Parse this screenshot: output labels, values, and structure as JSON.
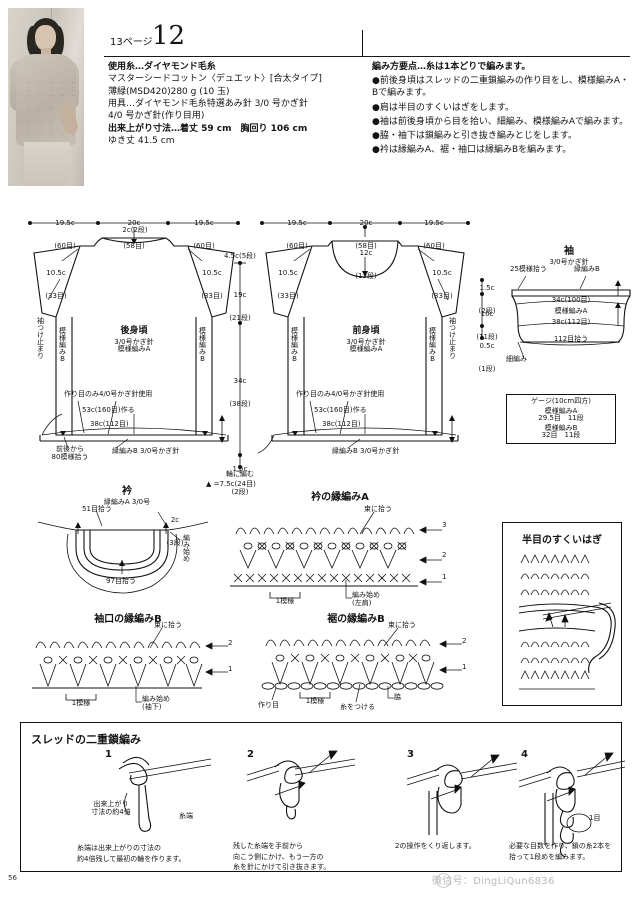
{
  "header": {
    "page_ref": "13ページ",
    "design_no": "12",
    "materials": [
      "使用糸…ダイヤモンド毛糸",
      "マスターシードコットン〈デュエット〉[合太タイプ]",
      "薄緑(MSD420)280 g (10 玉)",
      "用具…ダイヤモンド毛糸特選あみ針 3/0 号かぎ針",
      "4/0 号かぎ針(作り目用)",
      "出来上がり寸法…着丈 59 cm　胸回り 106 cm",
      "ゆき丈 41.5 cm"
    ],
    "method_title": "編み方要点…糸は1本どりで編みます。",
    "method_points": [
      "●前後身頃はスレッドの二重鎖編みの作り目をし、模様編みA・Bで編みます。",
      "●肩は半目のすくいはぎをします。",
      "●袖は前後身頃から目を拾い、細編み、模様編みAで編みます。",
      "●脇・袖下は鎖編みと引き抜き編みとじをします。",
      "●衿は縁編みA、裾・袖口は縁編みBを編みます。"
    ]
  },
  "back_body": {
    "title": "後身頃",
    "needle": "3/0号かぎ針",
    "stitch": "模様編みA",
    "top_widths": [
      {
        "cm": "19.5c",
        "sts": "(60目)"
      },
      {
        "cm": "20c",
        "sts": "(58目)"
      },
      {
        "cm": "19.5c",
        "sts": "(60目)"
      }
    ],
    "neck_depth": "2c(2段)",
    "shoulder_left": {
      "cm": "10.5c",
      "sts": "(33目)"
    },
    "shoulder_right": {
      "cm": "10.5c",
      "sts": "(33目)"
    },
    "side_label_left": "模様編みB",
    "side_label_right": "模様編みB",
    "armhole_stop": "袖つけ止まり",
    "cast_on_note": "作り目のみ4/0号かぎ針使用",
    "cast_on": "53c(160目)作る",
    "hem_width": "38c(112目)",
    "hem_edging": "縁編みB 3/0号かぎ針",
    "pickup_note": "前後から\n80模様拾う"
  },
  "front_body": {
    "title": "前身頃",
    "needle": "3/0号かぎ針",
    "stitch": "模様編みA",
    "top_widths": [
      {
        "cm": "19.5c",
        "sts": "(60目)"
      },
      {
        "cm": "20c",
        "sts": "(58目)"
      },
      {
        "cm": "19.5c",
        "sts": "(60目)"
      }
    ],
    "neck_depth": {
      "cm": "12c",
      "sts": "(13段)"
    },
    "shoulder_left": {
      "cm": "10.5c",
      "sts": "(33目)"
    },
    "shoulder_right": {
      "cm": "10.5c",
      "sts": "(33目)"
    },
    "side_label_left": "模様編みB",
    "side_label_right": "模様編みB",
    "armhole_stop": "袖つけ止まり",
    "cast_on_note": "作り目のみ4/0号かぎ針使用",
    "cast_on": "53c(160目)作る",
    "hem_width": "38c(112目)",
    "hem_edging": "縁編みB 3/0号かぎ針"
  },
  "center_dims": {
    "shoulder_slope": "4.5c(5段)",
    "yoke": {
      "cm": "19c",
      "rows": "(21段)"
    },
    "body": {
      "cm": "34c",
      "rows": "(38段)"
    },
    "hem": {
      "cm": "1.5c",
      "rows": "(2段)"
    },
    "round_note": "輪に編む",
    "triangle_note": "▲ =7.5c(24目)"
  },
  "sleeve": {
    "title": "袖",
    "needle": "3/0号かぎ針",
    "pickup_pattern": "25模様拾う",
    "edging": "縁編みB",
    "width_top": "34c(100目)",
    "stitch_a": "模様編みA",
    "width_bottom": "38c(112目)",
    "pickup_sts": "112目拾う",
    "single_crochet": "細編み",
    "dims": [
      {
        "cm": "1.5c",
        "rows": "(2段)"
      },
      {
        "cm": "10c",
        "rows": "(11段)"
      },
      {
        "cm": "0.5c",
        "rows": "(1段)"
      }
    ]
  },
  "gauge": {
    "title": "ゲージ(10cm四方)",
    "rows": [
      {
        "pattern": "模様編みA",
        "value": "29.5目　11段"
      },
      {
        "pattern": "模様編みB",
        "value": "32目　11段"
      }
    ]
  },
  "collar": {
    "title": "衿",
    "needle": "縁編みA 3/0号",
    "pickup_top": "51目拾う",
    "pickup_bottom": "97目拾う",
    "depth": {
      "cm": "2c",
      "rows": "(3段)"
    },
    "start": "編み始め"
  },
  "collar_edging_a": {
    "title": "衿の縁編みA",
    "pickup_note": "束に拾う",
    "repeat": "1模様",
    "start": "編み始め\n(左肩)",
    "rows": [
      "1",
      "2",
      "3"
    ]
  },
  "cuff_edging_b": {
    "title": "袖口の縁編みB",
    "pickup_note": "束に拾う",
    "repeat": "1模様",
    "start": "編み始め\n(袖下)",
    "rows": [
      "1",
      "2"
    ]
  },
  "hem_edging_b": {
    "title": "裾の縁編みB",
    "pickup_note": "束に拾う",
    "repeat": "1模様",
    "cast_on": "作り目",
    "attach_yarn": "糸をつける",
    "side": "脇",
    "rows": [
      "1",
      "2"
    ]
  },
  "seam_box": {
    "title": "半目のすくいはぎ"
  },
  "bottom_box": {
    "title": "スレッドの二重鎖編み",
    "steps": [
      {
        "no": "1",
        "labels": [
          "出来上がり\n寸法の約4倍",
          "糸端"
        ],
        "caption": "糸端は出来上がりの寸法の\n約4倍残して最初の輪を作ります。"
      },
      {
        "no": "2",
        "labels": [],
        "caption": "残した糸端を手前から\n向こう側にかけ、もう一方の\n糸を針にかけて引き抜きます。"
      },
      {
        "no": "3",
        "labels": [],
        "caption": "2の操作をくり返します。"
      },
      {
        "no": "4",
        "labels": [
          "1目"
        ],
        "caption": "必要な目数を作り、鎖の糸2本を\n拾って1段めを編みます。"
      }
    ]
  },
  "footer": {
    "page_number": "56",
    "watermark": "微信号：DingLiQun6836"
  }
}
